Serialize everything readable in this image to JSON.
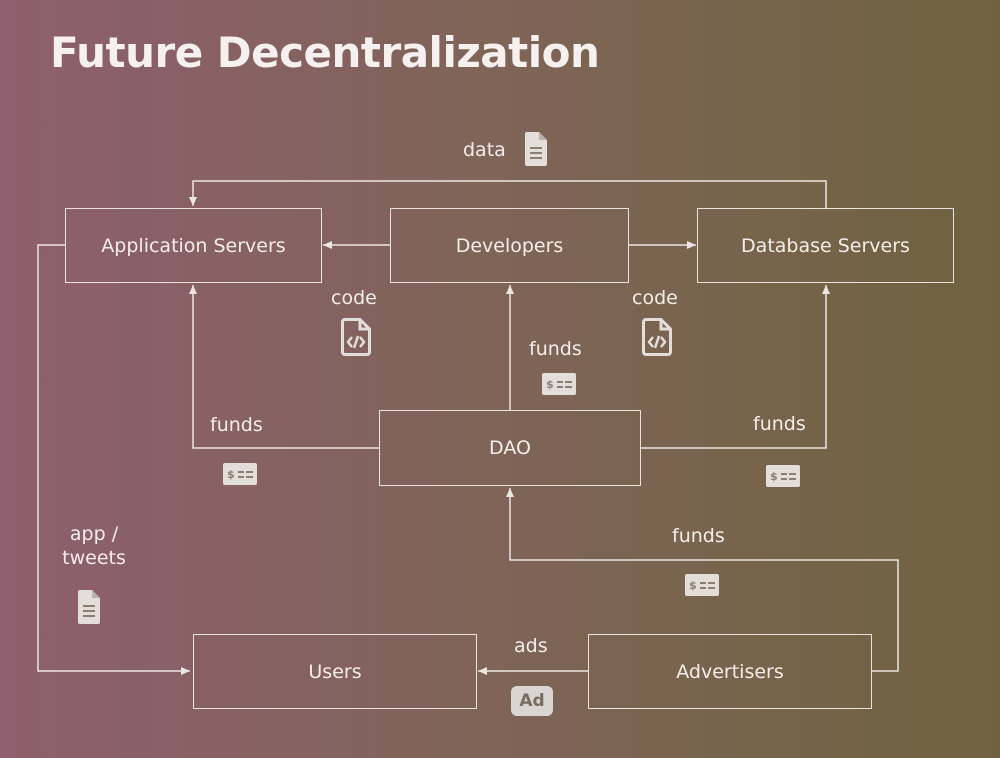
{
  "title": "Future Decentralization",
  "nodes": {
    "app_servers": "Application Servers",
    "developers": "Developers",
    "db_servers": "Database Servers",
    "dao": "DAO",
    "users": "Users",
    "advertisers": "Advertisers"
  },
  "edges": {
    "data": "data",
    "code_left": "code",
    "code_right": "code",
    "funds_dev": "funds",
    "funds_app": "funds",
    "funds_db": "funds",
    "funds_adv": "funds",
    "app_tweets": "app /\ntweets",
    "ads": "ads",
    "ad_badge": "Ad"
  },
  "icons": {
    "document": "document-icon",
    "code_file": "code-file-icon",
    "money": "money-icon",
    "ad": "ad-badge-icon"
  },
  "colors": {
    "line": "#ece6e2",
    "icon": "#e4dedb",
    "gradient_left": "#8e5f6e",
    "gradient_right": "#6f633f"
  }
}
